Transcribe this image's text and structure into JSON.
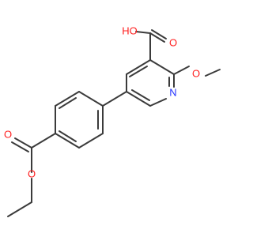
{
  "molecule": {
    "atoms": {
      "hydroxyl": "HO",
      "carbonyl_oxygen": "O",
      "methoxy_oxygen": "O",
      "ring_nitrogen": "N",
      "ester_carbonyl_oxygen": "O",
      "ester_oxygen": "O"
    },
    "colors": {
      "bond": "#3b3b3b",
      "oxygen": "#ff1f1f",
      "nitrogen": "#2030ff",
      "background": "#ffffff"
    }
  }
}
